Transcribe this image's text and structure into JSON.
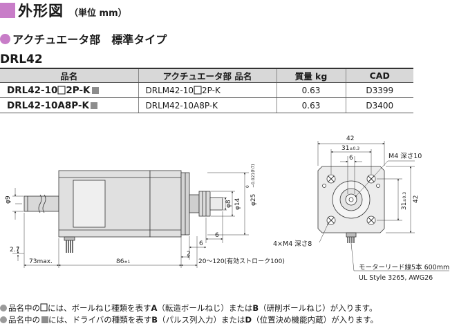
{
  "header": {
    "title": "外形図",
    "unit": "（単位 mm）",
    "subtitle_a": "アクチュエータ部",
    "subtitle_b": "標準タイプ",
    "series": "DRL42"
  },
  "table": {
    "headers": [
      "品名",
      "アクチュエータ部 品名",
      "質量 kg",
      "CAD"
    ],
    "rows": [
      {
        "part_a": "DRL42-10",
        "part_b": "2P-K",
        "actuator_a": "DRLM42-10",
        "actuator_b": "2P-K",
        "mass": "0.63",
        "cad": "D3399"
      },
      {
        "part_a": "DRL42-10A8P-K",
        "part_b": "",
        "actuator_a": "DRLM42-10A8P-K",
        "actuator_b": "",
        "mass": "0.63",
        "cad": "D3400"
      }
    ]
  },
  "side_view": {
    "dim_phi9": "φ9",
    "dim_phi25": "φ25",
    "dim_phi25_tol_top": "0",
    "dim_phi25_tol_bottom": "−0.021(h7)",
    "dim_phi8": "φ8",
    "dim_phi14": "φ14",
    "dim_6a": "6",
    "dim_6b": "6",
    "dim_2": "2",
    "dim_2_7": "2.7",
    "dim_73max": "73max.",
    "dim_86": "86",
    "dim_86_tol": "±1",
    "dim_stroke": "20～120(有効ストローク100)"
  },
  "front_view": {
    "dim_42_top": "42",
    "dim_31_top": "31",
    "dim_31_tol": "±0.3",
    "dim_6": "6",
    "dim_31_side": "31",
    "dim_31_side_tol": "±0.3",
    "dim_42_side": "42",
    "label_m4_deep10": "M4 深さ10",
    "label_m4_deep8": "4×M4 深さ8",
    "motor_lead_1": "モーターリード線5本 600mm",
    "motor_lead_2": "UL Style 3265, AWG26"
  },
  "notes": {
    "note1_a": "品名中の",
    "note1_b": "には、ボールねじ種類を表す",
    "note1_c": "A",
    "note1_d": "（転造ボールねじ）または",
    "note1_e": "B",
    "note1_f": "（研削ボールねじ）が入ります。",
    "note2_a": "品名中の",
    "note2_b": "には、ドライバの種類を表す",
    "note2_c": "B",
    "note2_d": "（パルス列入力）または",
    "note2_e": "D",
    "note2_f": "（位置決め機能内蔵）が入ります。"
  },
  "colors": {
    "accent": "#c87dc8",
    "header_bg": "#d8d8d8",
    "body_fill": "#e0e0e0"
  }
}
